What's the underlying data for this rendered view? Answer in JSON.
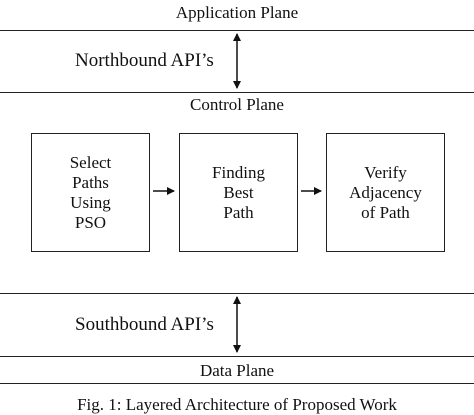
{
  "planes": {
    "application": "Application Plane",
    "control": "Control Plane",
    "data": "Data Plane"
  },
  "apis": {
    "northbound": "Northbound API’s",
    "southbound": "Southbound API’s"
  },
  "steps": [
    {
      "label": "Select\nPaths\nUsing\nPSO"
    },
    {
      "label": "Finding\nBest\nPath"
    },
    {
      "label": "Verify\nAdjacency\nof Path"
    }
  ],
  "caption": "Fig. 1: Layered Architecture of Proposed Work"
}
